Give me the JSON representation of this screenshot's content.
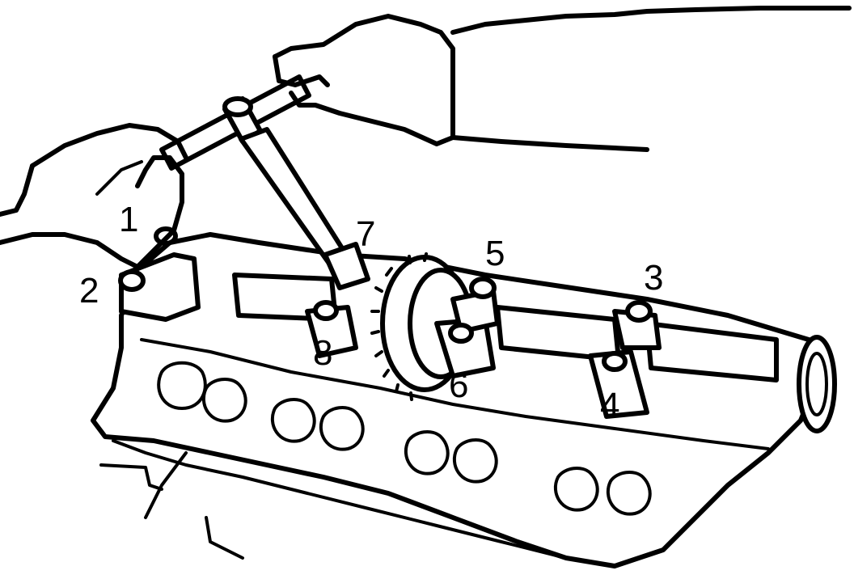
{
  "figure": {
    "colors": {
      "ink": "#000000",
      "paper": "#ffffff"
    },
    "bolt_sequence_labels": [
      {
        "id": "bolt-1",
        "label": "1"
      },
      {
        "id": "bolt-2",
        "label": "2"
      },
      {
        "id": "bolt-3",
        "label": "3"
      },
      {
        "id": "bolt-4",
        "label": "4"
      },
      {
        "id": "bolt-5",
        "label": "5"
      },
      {
        "id": "bolt-6",
        "label": "6"
      },
      {
        "id": "bolt-7",
        "label": "7"
      },
      {
        "id": "bolt-8",
        "label": "8"
      }
    ]
  }
}
